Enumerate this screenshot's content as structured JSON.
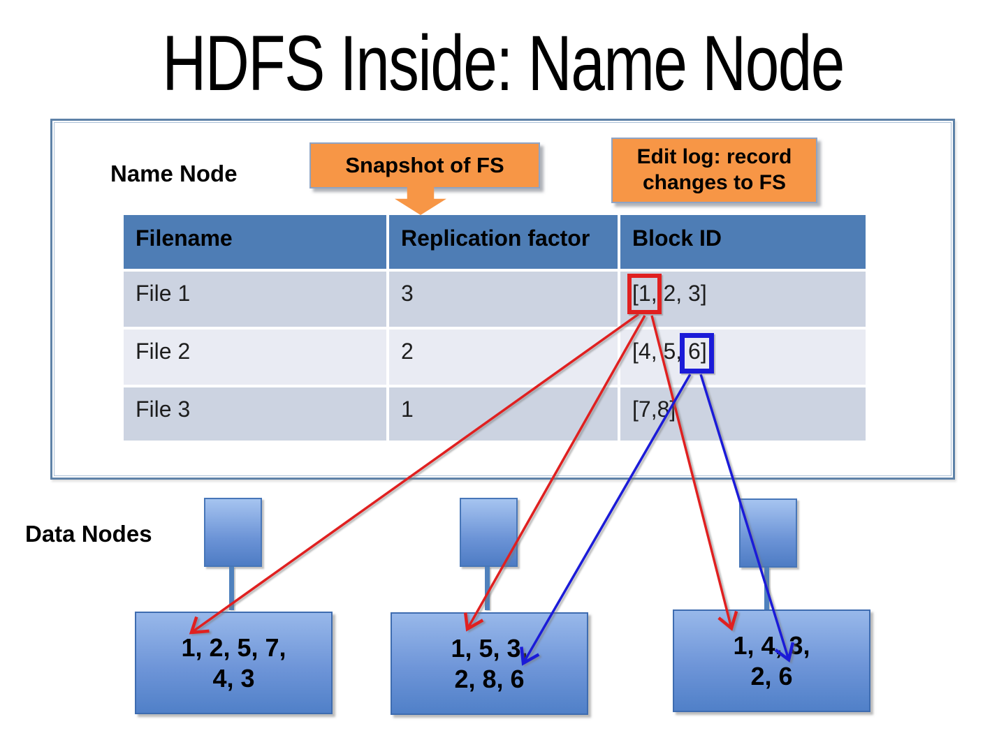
{
  "slide": {
    "title": "HDFS Inside: Name Node"
  },
  "name_node": {
    "label": "Name Node",
    "snapshot_callout": "Snapshot of FS",
    "editlog_callout_line1": "Edit log: record",
    "editlog_callout_line2": "changes to FS",
    "table": {
      "headers": [
        "Filename",
        "Replication factor",
        "Block ID"
      ],
      "rows": [
        {
          "filename": "File 1",
          "replication": "3",
          "block_ids": "[1, 2, 3]"
        },
        {
          "filename": "File 2",
          "replication": "2",
          "block_ids": "[4, 5, 6]"
        },
        {
          "filename": "File 3",
          "replication": "1",
          "block_ids": "[7,8]"
        }
      ]
    }
  },
  "data_nodes": {
    "label": "Data Nodes",
    "nodes": [
      {
        "line1": "1, 2, 5, 7,",
        "line2": "4, 3"
      },
      {
        "line1": "1, 5, 3,",
        "line2": "2, 8, 6"
      },
      {
        "line1": "1, 4, 3,",
        "line2": "2, 6"
      }
    ]
  },
  "colors": {
    "header_blue": "#4E7DB5",
    "row_dark": "#CCD3E1",
    "row_light": "#E9EBF3",
    "callout_orange": "#F79646",
    "node_border": "#3E6CB0",
    "container_border": "#5E82A8",
    "arrow_red": "#E02020",
    "arrow_blue": "#1B1BD8"
  }
}
